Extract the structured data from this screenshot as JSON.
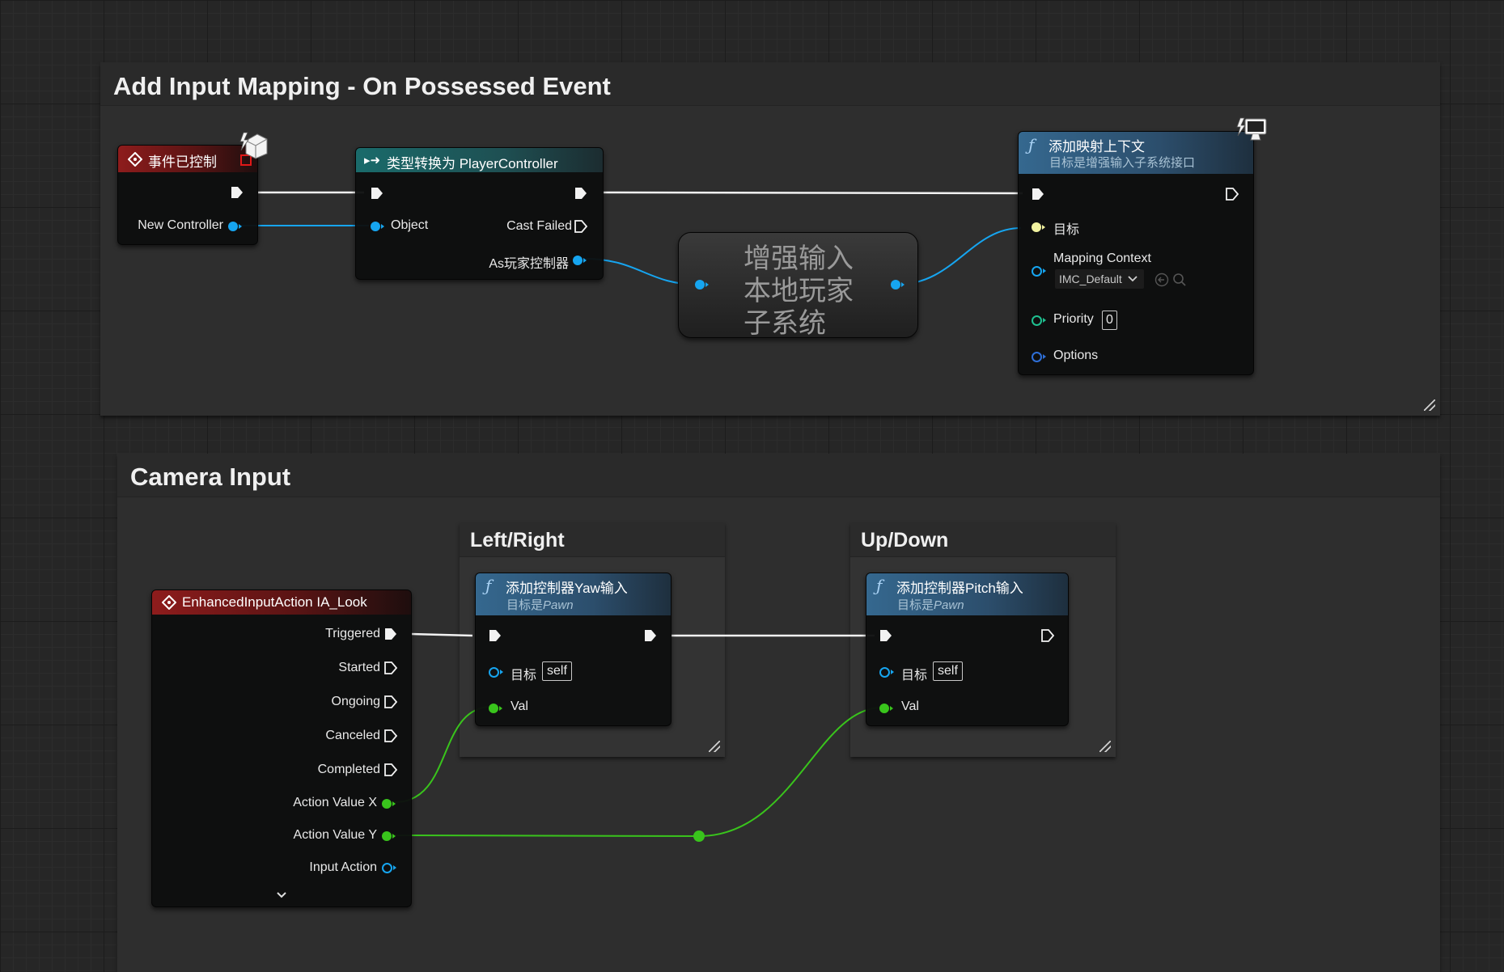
{
  "comments": {
    "add_input_mapping": "Add Input Mapping - On Possessed Event",
    "camera_input": "Camera Input",
    "left_right": "Left/Right",
    "up_down": "Up/Down"
  },
  "nodes": {
    "event_possessed": {
      "title": "事件已控制",
      "pin_new_controller": "New Controller"
    },
    "cast": {
      "title": "类型转换为 PlayerController",
      "pin_object": "Object",
      "pin_cast_failed": "Cast Failed",
      "pin_as_player_controller": "As玩家控制器"
    },
    "subsystem": {
      "title_line1": "增强输入",
      "title_line2": "本地玩家",
      "title_line3": "子系统"
    },
    "add_mapping_context": {
      "title": "添加映射上下文",
      "subtitle": "目标是增强输入子系统接口",
      "pin_target": "目标",
      "pin_mapping_context": "Mapping Context",
      "mapping_context_value": "IMC_Default",
      "pin_priority": "Priority",
      "priority_value": "0",
      "pin_options": "Options"
    },
    "ia_look": {
      "title": "EnhancedInputAction IA_Look",
      "pins": [
        "Triggered",
        "Started",
        "Ongoing",
        "Canceled",
        "Completed",
        "Action Value X",
        "Action Value Y",
        "Input Action"
      ]
    },
    "yaw": {
      "title": "添加控制器Yaw输入",
      "subtitle_prefix": "目标是",
      "subtitle_italic": "Pawn",
      "pin_target": "目标",
      "target_value": "self",
      "pin_val": "Val"
    },
    "pitch": {
      "title": "添加控制器Pitch输入",
      "subtitle_prefix": "目标是",
      "subtitle_italic": "Pawn",
      "pin_target": "目标",
      "target_value": "self",
      "pin_val": "Val"
    }
  },
  "icons": [
    "event-diamond-icon",
    "server-authority-icon",
    "cast-arrow-icon",
    "function-icon",
    "client-only-icon",
    "dropdown-chevron-icon",
    "browse-arrow-icon",
    "search-icon",
    "expand-chevron-icon",
    "resize-grip-icon"
  ],
  "colors": {
    "exec_wire": "#f2f2f2",
    "object_wire": "#16a5f0",
    "float_wire": "#39c41c",
    "event_header": "#8e1c1c",
    "cast_header": "#1a6b6b",
    "function_header": "#35688f"
  }
}
